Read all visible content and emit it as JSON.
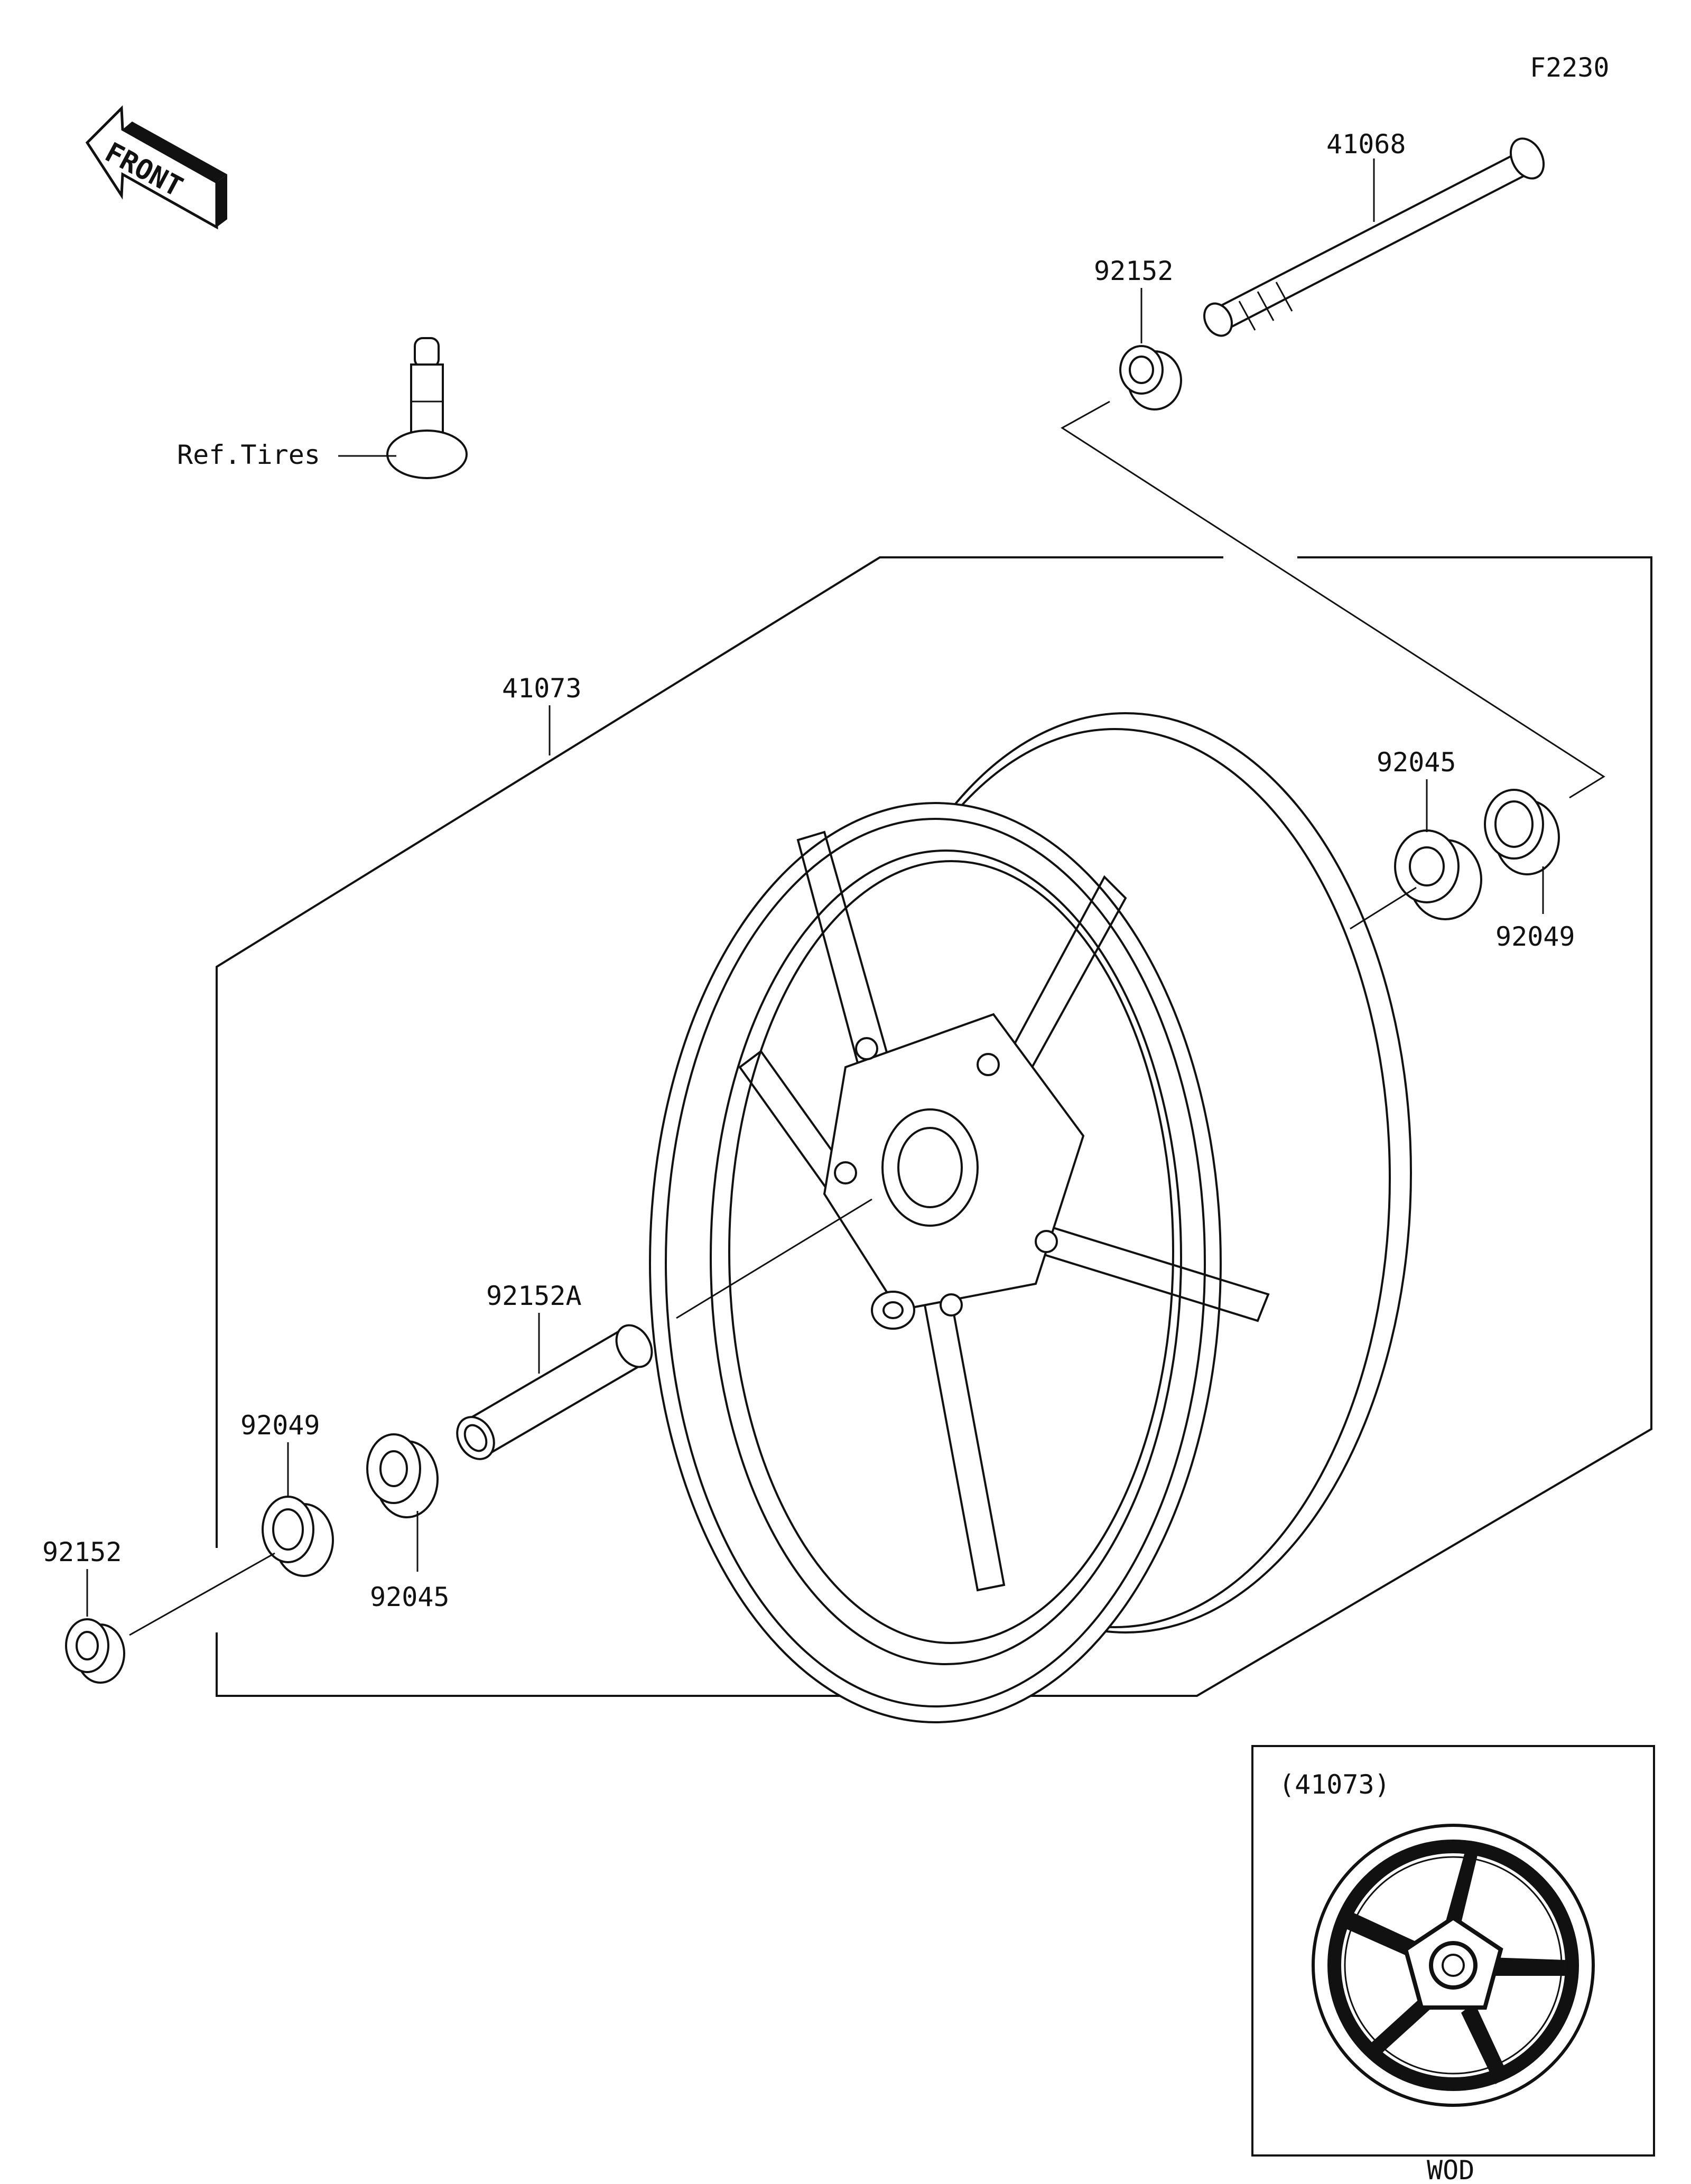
{
  "figure_code": "F2230",
  "front_arrow_text": "FRONT",
  "labels": {
    "axle": "41068",
    "collar_top": "92152",
    "valve": "Ref.Tires",
    "wheel": "41073",
    "bearing_right": "92045",
    "seal_right": "92049",
    "spacer": "92152A",
    "seal_left": "92049",
    "collar_left": "92152",
    "bearing_left": "92045"
  },
  "inset": {
    "label": "(41073)",
    "caption": "WOD"
  }
}
